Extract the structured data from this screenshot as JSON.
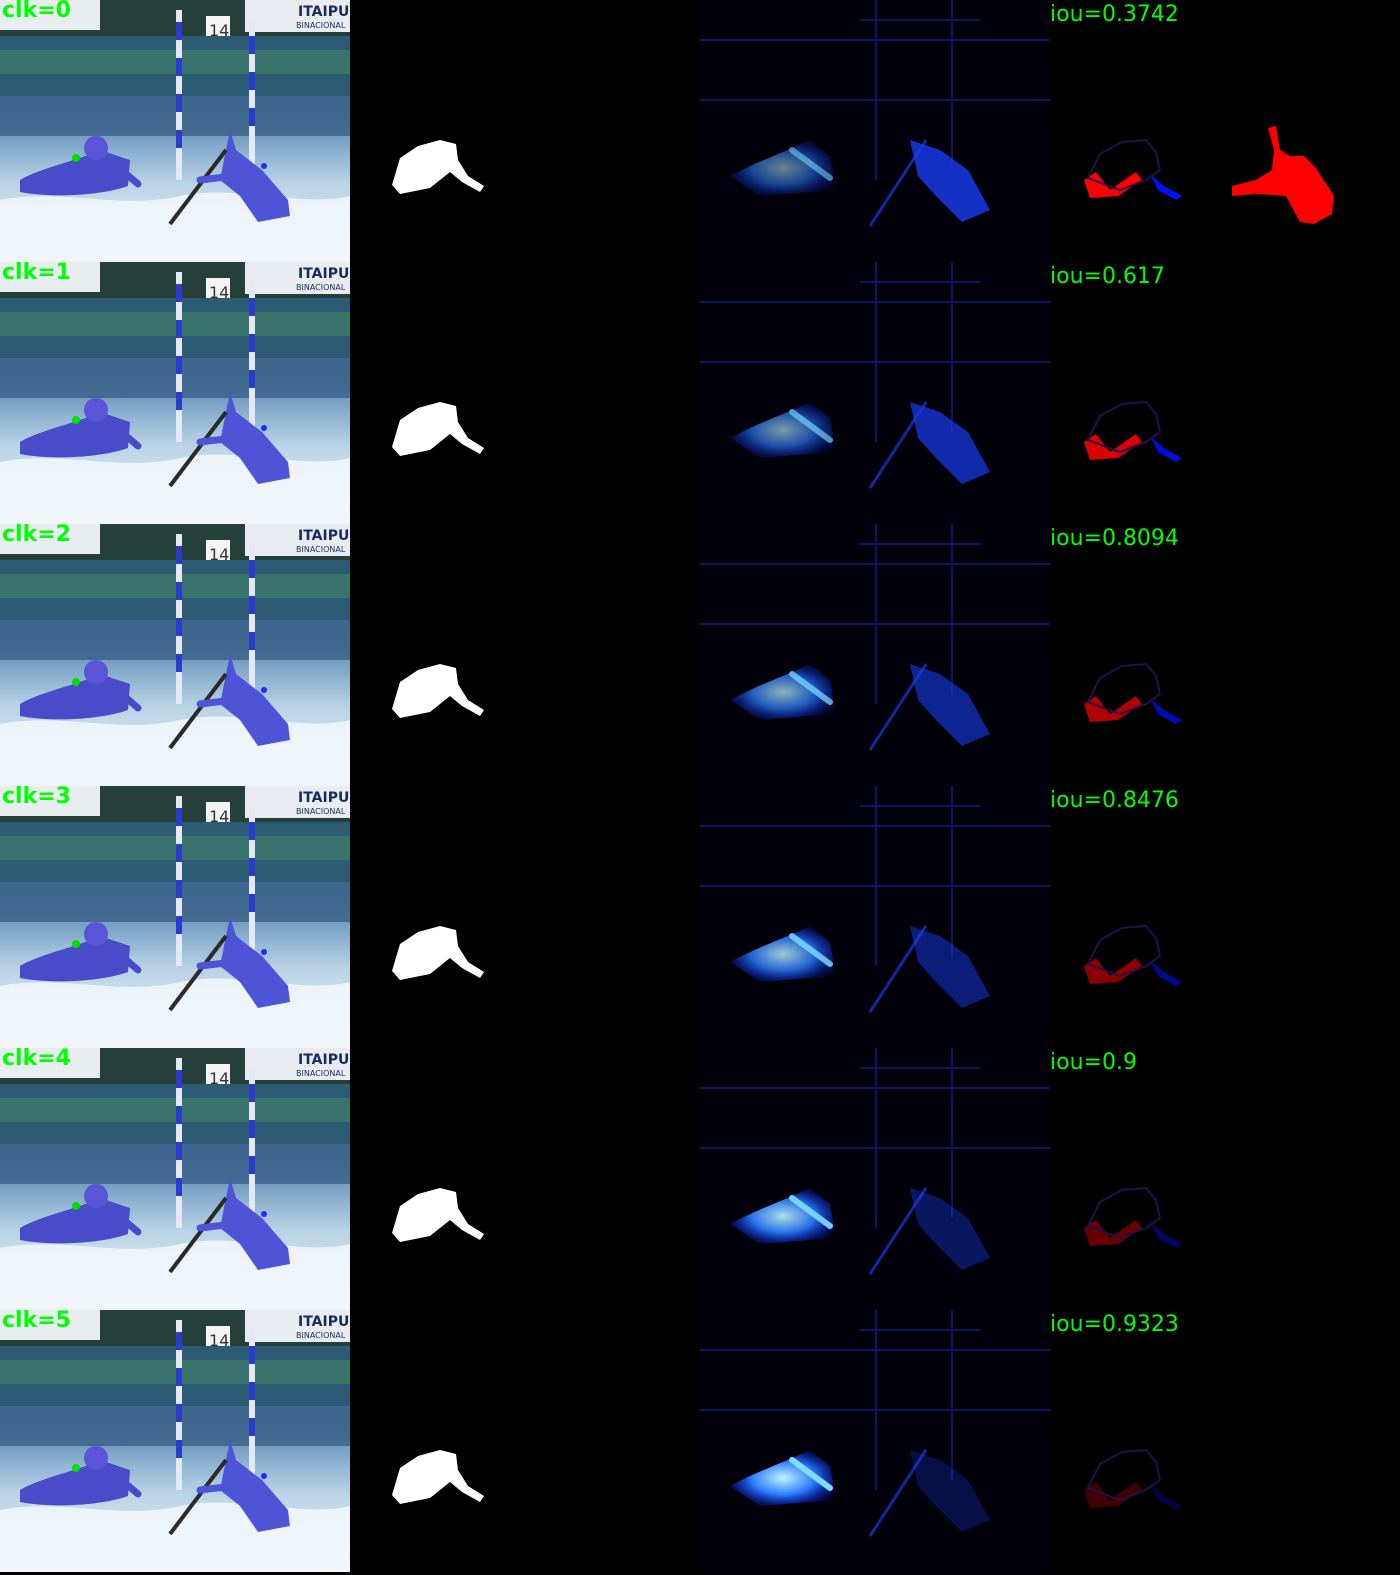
{
  "rows": [
    {
      "clk_label": "clk=0",
      "iou_label": "iou=0.3742",
      "show_gt": true
    },
    {
      "clk_label": "clk=1",
      "iou_label": "iou=0.617",
      "show_gt": false
    },
    {
      "clk_label": "clk=2",
      "iou_label": "iou=0.8094",
      "show_gt": false
    },
    {
      "clk_label": "clk=3",
      "iou_label": "iou=0.8476",
      "show_gt": false
    },
    {
      "clk_label": "clk=4",
      "iou_label": "iou=0.9",
      "show_gt": false
    },
    {
      "clk_label": "clk=5",
      "iou_label": "iou=0.9323",
      "show_gt": false
    }
  ],
  "sign": {
    "top": "ITAIPU",
    "bottom": "BINACIONAL",
    "gate_number": "14"
  },
  "colors": {
    "accent": "#00ff00",
    "error_red": "#ff0000",
    "error_blue": "#0000ff",
    "mask": "#ffffff",
    "background": "#000000"
  }
}
